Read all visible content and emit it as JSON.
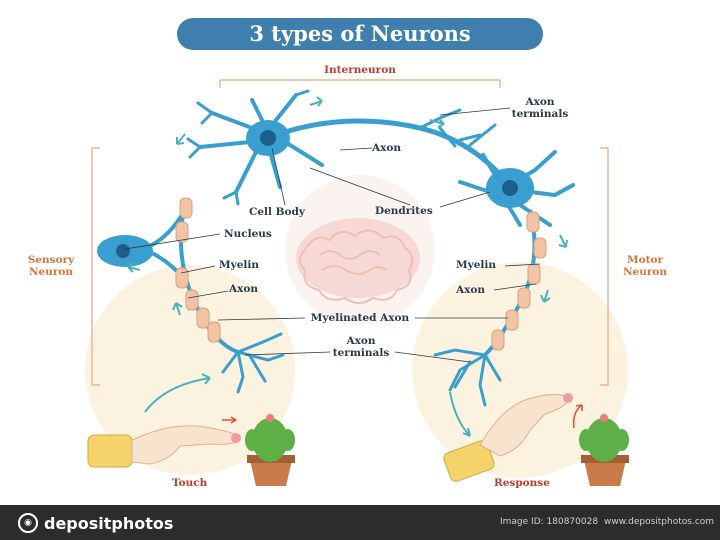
{
  "title": "3 types of Neurons",
  "labels": {
    "interneuron": "Interneuron",
    "axon_terminals_top": "Axon\nterminals",
    "axon_top": "Axon",
    "cell_body": "Cell Body",
    "dendrites": "Dendrites",
    "nucleus": "Nucleus",
    "sensory_neuron": "Sensory\nNeuron",
    "motor_neuron": "Motor\nNeuron",
    "myelin_left": "Myelin",
    "myelin_right": "Myelin",
    "axon_left": "Axon",
    "axon_right": "Axon",
    "myelinated_axon": "Myelinated Axon",
    "axon_terminals_bottom": "Axon\nterminals",
    "touch": "Touch",
    "response": "Response"
  },
  "footer": {
    "brand": "depositphotos",
    "image_id": "Image ID: 180870028",
    "site": "www.depositphotos.com"
  },
  "colors": {
    "title_bg": "#3f7fae",
    "neuron_blue": "#3a9fd0",
    "myelin": "#f2c4a6",
    "accent_orange": "#d9733a",
    "footer_bg": "#2c2c2c"
  }
}
